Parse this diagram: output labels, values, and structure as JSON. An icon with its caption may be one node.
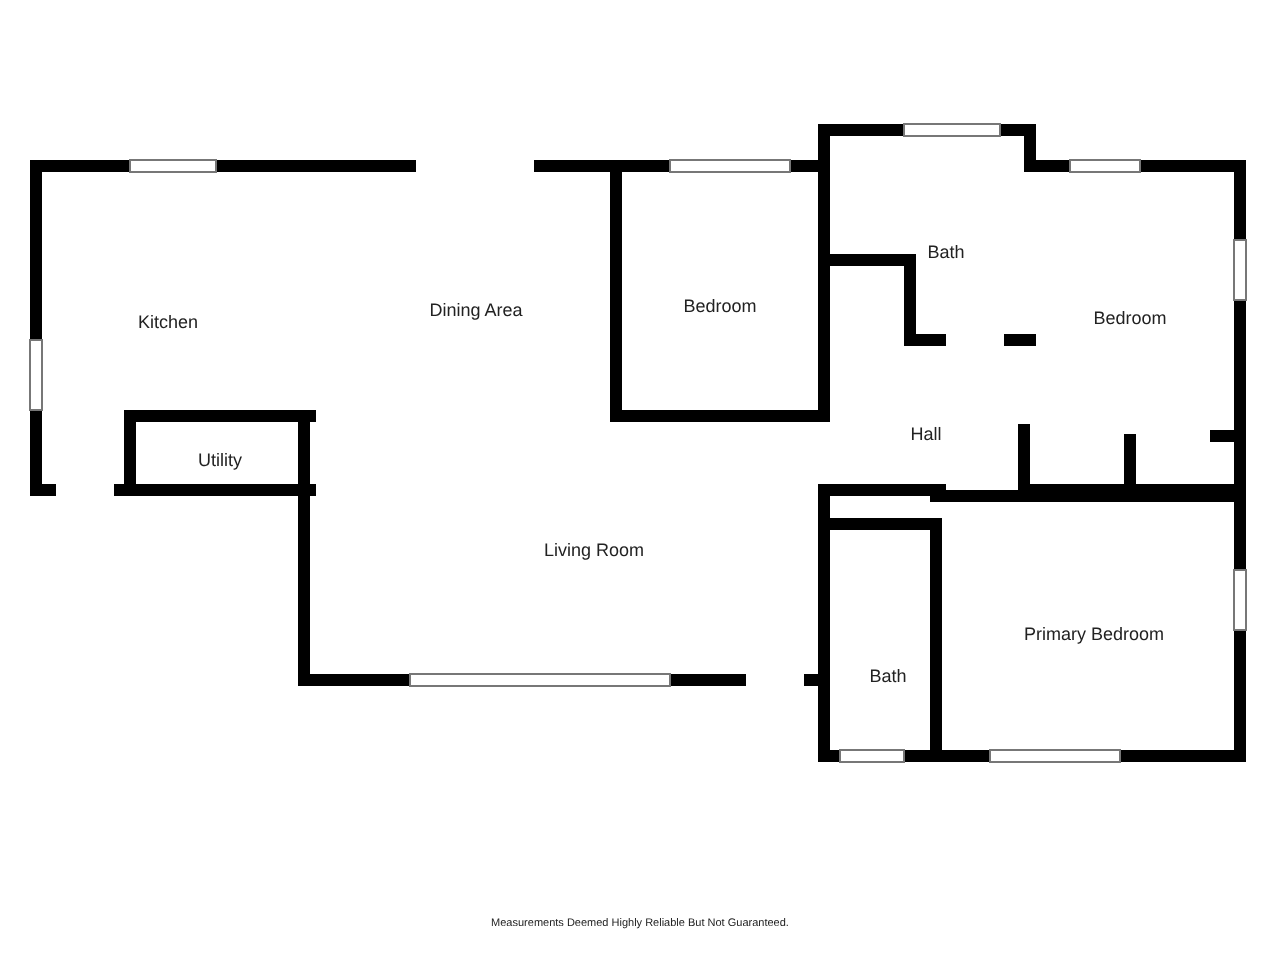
{
  "diagram": {
    "caption": "Measurements Deemed Highly Reliable But Not Guaranteed.",
    "nodes": [
      {
        "text": [
          "Kitchen"
        ]
      },
      {
        "text": [
          "Dining Area"
        ]
      },
      {
        "text": [
          "Utility"
        ]
      },
      {
        "text": [
          "Living Room"
        ]
      },
      {
        "text": [
          "Bedroom"
        ]
      },
      {
        "text": [
          "Bath"
        ]
      },
      {
        "text": [
          "Bedroom"
        ]
      },
      {
        "text": [
          "Hall"
        ]
      },
      {
        "text": [
          "Bath"
        ]
      },
      {
        "text": [
          "Primary Bedroom"
        ]
      }
    ],
    "edges": []
  }
}
